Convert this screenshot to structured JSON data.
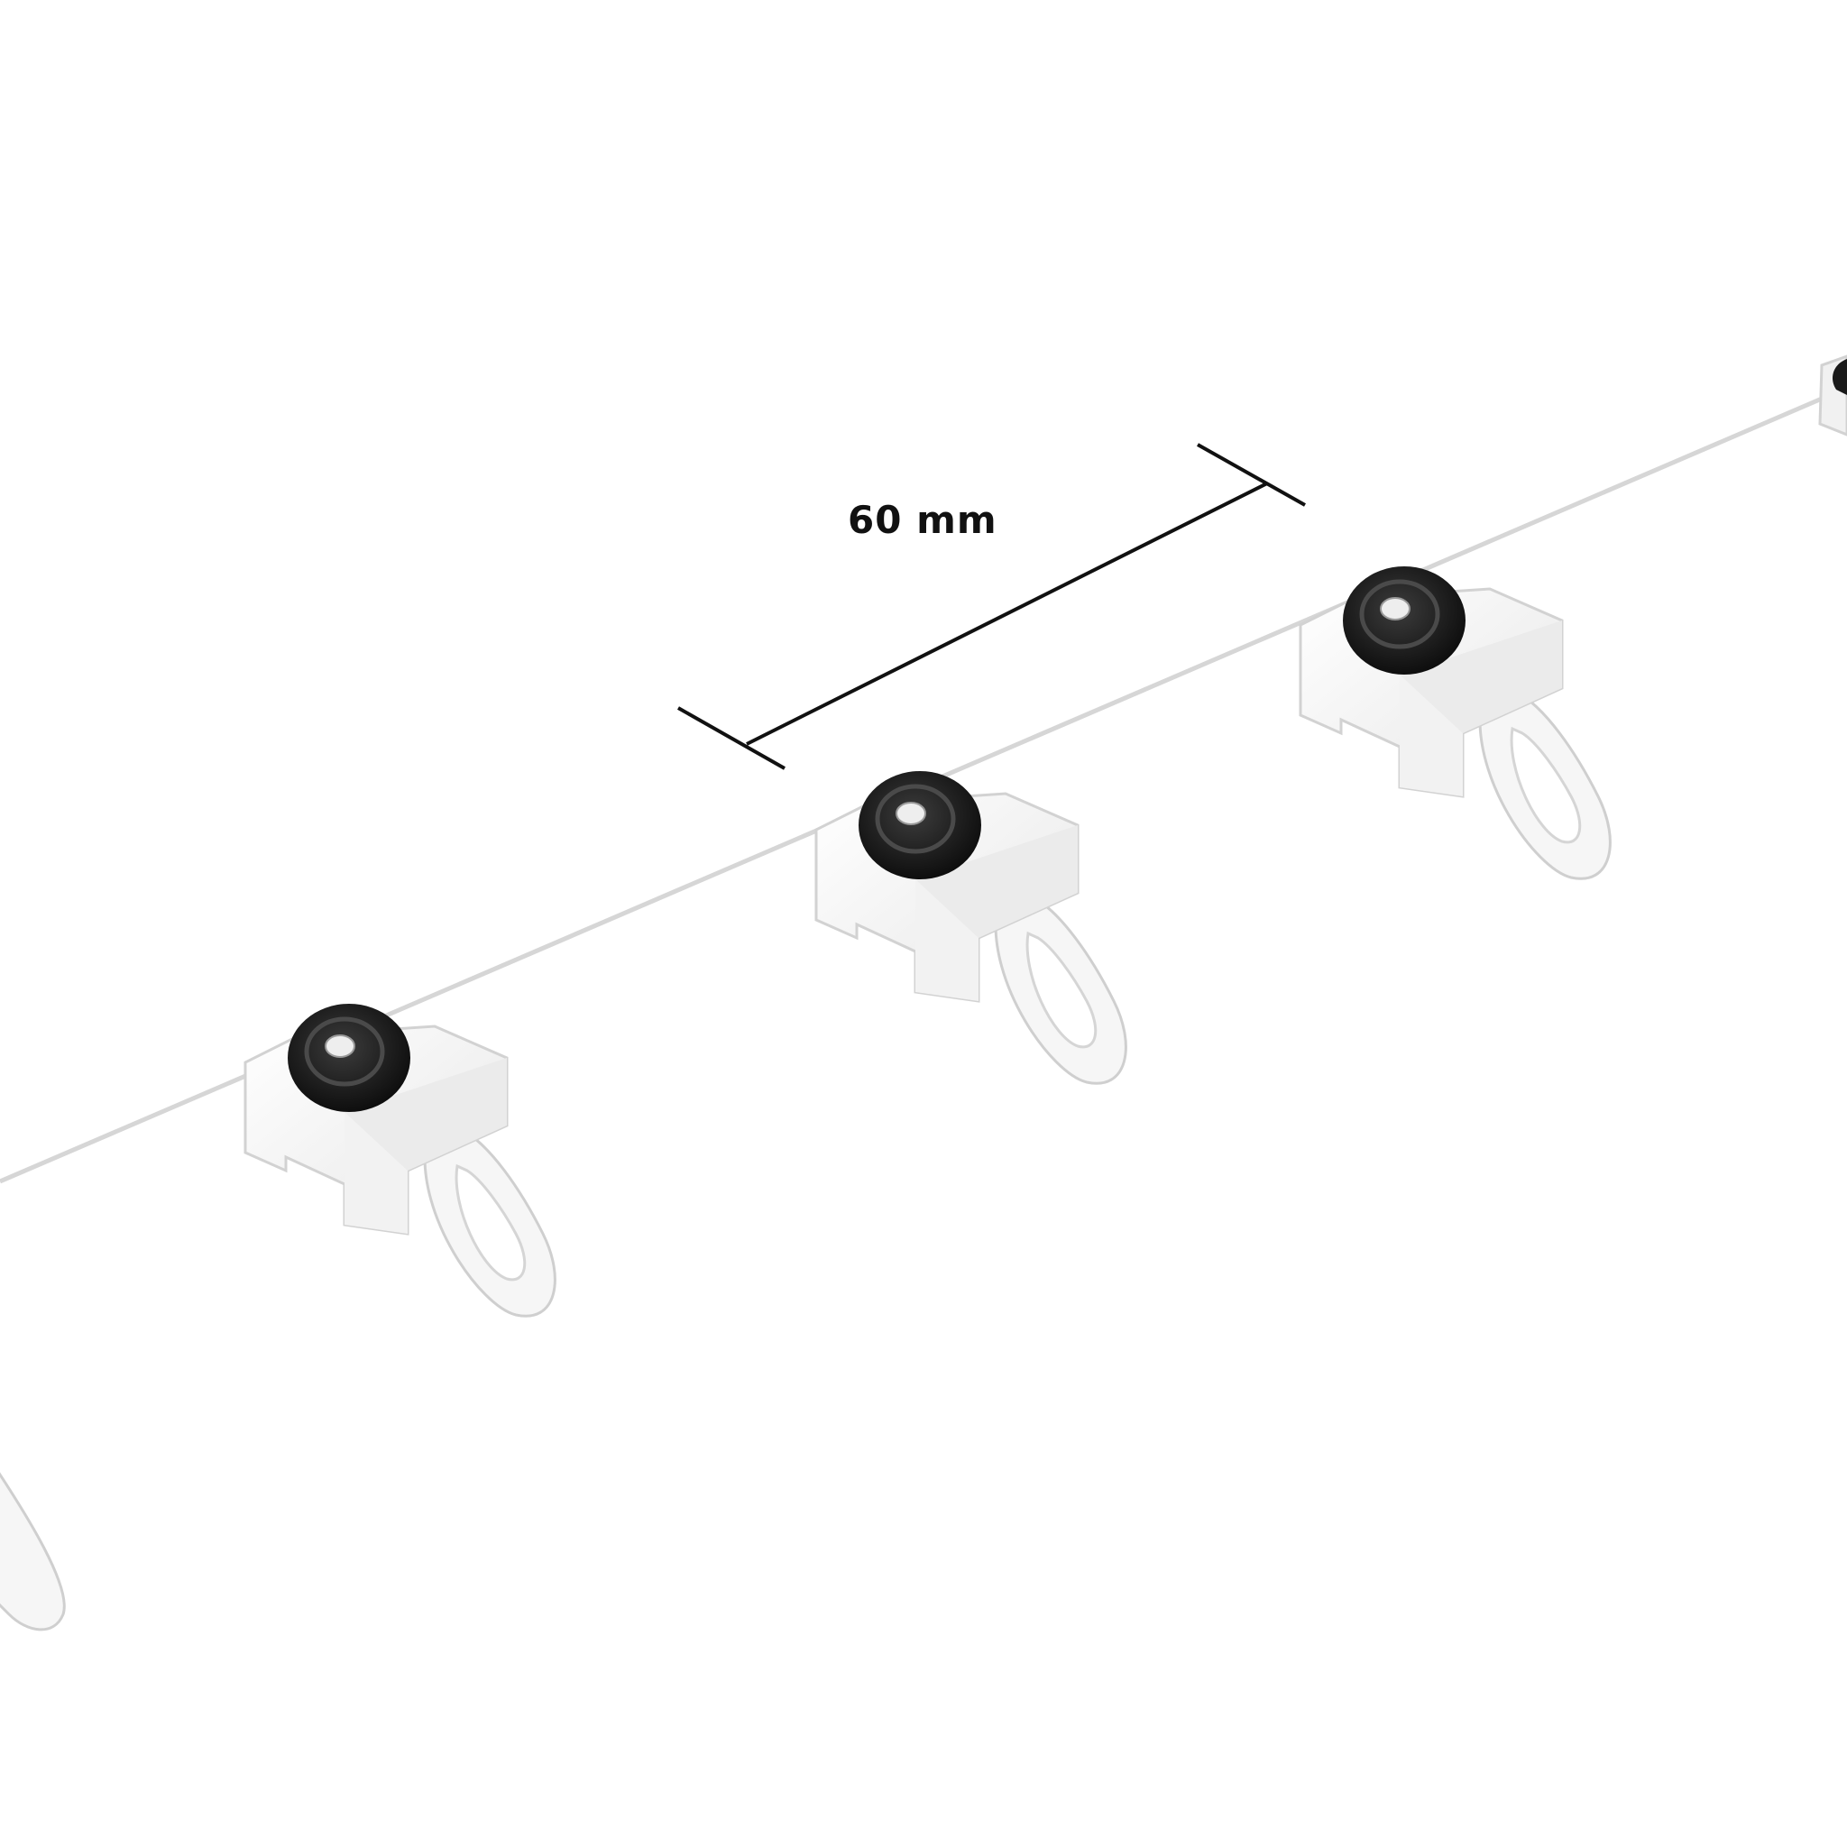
{
  "dimension": {
    "label": "60 mm",
    "color": "#111111"
  },
  "colors": {
    "background": "#ffffff",
    "cord": "#d8d8d8",
    "runner_body": "#f4f4f4",
    "runner_shadow": "#d9d9d9",
    "wheel": "#1a1a1a",
    "wheel_ring": "#3a3a3a",
    "axle": "#e9e9e9"
  },
  "objects": {
    "cord_icon": "curtain-cord",
    "runner_icon": "curtain-glider-with-hook-loop"
  }
}
